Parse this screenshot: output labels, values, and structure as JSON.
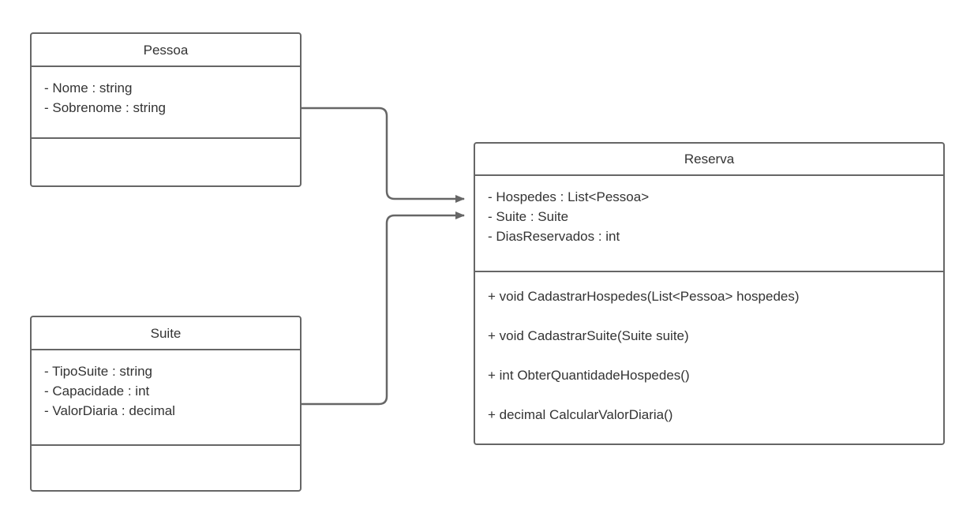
{
  "diagram": {
    "type": "uml-class-diagram",
    "line_color": "#666666",
    "text_color": "#333333",
    "background": "#ffffff"
  },
  "classes": {
    "pessoa": {
      "name": "Pessoa",
      "attributes": [
        "- Nome : string",
        "- Sobrenome : string"
      ],
      "methods": []
    },
    "suite": {
      "name": "Suite",
      "attributes": [
        "- TipoSuite : string",
        "- Capacidade : int",
        "- ValorDiaria : decimal"
      ],
      "methods": []
    },
    "reserva": {
      "name": "Reserva",
      "attributes": [
        "- Hospedes : List<Pessoa>",
        "- Suite : Suite",
        "- DiasReservados : int"
      ],
      "methods": [
        "+ void CadastrarHospedes(List<Pessoa> hospedes)",
        "+ void CadastrarSuite(Suite suite)",
        "+ int ObterQuantidadeHospedes()",
        "+ decimal CalcularValorDiaria()"
      ]
    }
  },
  "relationships": [
    {
      "from": "Pessoa",
      "to": "Reserva",
      "style": "orthogonal-arrow"
    },
    {
      "from": "Suite",
      "to": "Reserva",
      "style": "orthogonal-arrow"
    }
  ]
}
